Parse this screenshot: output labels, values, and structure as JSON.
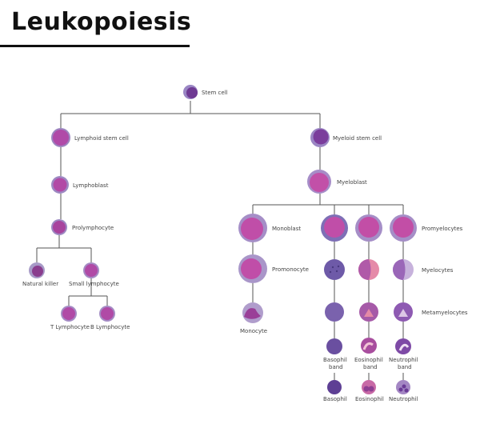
{
  "title": "Leukopoiesis",
  "colors": {
    "line": "#555555",
    "cell": "#b04fb0",
    "cell_outer": "#8c7fb8",
    "nucleus_dark": "#7a3d9a",
    "pink": "#d46aa8"
  },
  "cells": {
    "stem": "Stem cell",
    "lymphoid_stem": "Lymphoid stem cell",
    "myeloid_stem": "Myeloid stem cell",
    "lymphoblast": "Lymphoblast",
    "myeloblast": "Myeloblast",
    "prolymphocyte": "Prolymphocyte",
    "natural_killer": "Natural killer",
    "small_lymphocyte": "Small lymphocyte",
    "t_lymphocyte": "T Lymphocyte",
    "b_lymphocyte": "B Lymphocyte",
    "monoblast": "Monoblast",
    "promonocyte": "Promonocyte",
    "monocyte": "Monocyte",
    "promyelocytes": "Promyelocytes",
    "myelocytes": "Myelocytes",
    "metamyelocytes": "Metamyelocytes",
    "basophil_band": [
      "Basophil",
      "band"
    ],
    "eosinophil_band": [
      "Eosinophil",
      "band"
    ],
    "neutrophil_band": [
      "Neutrophil",
      "band"
    ],
    "basophil": "Basophil",
    "eosinophil": "Eosinophil",
    "neutrophil": "Neutrophil"
  }
}
